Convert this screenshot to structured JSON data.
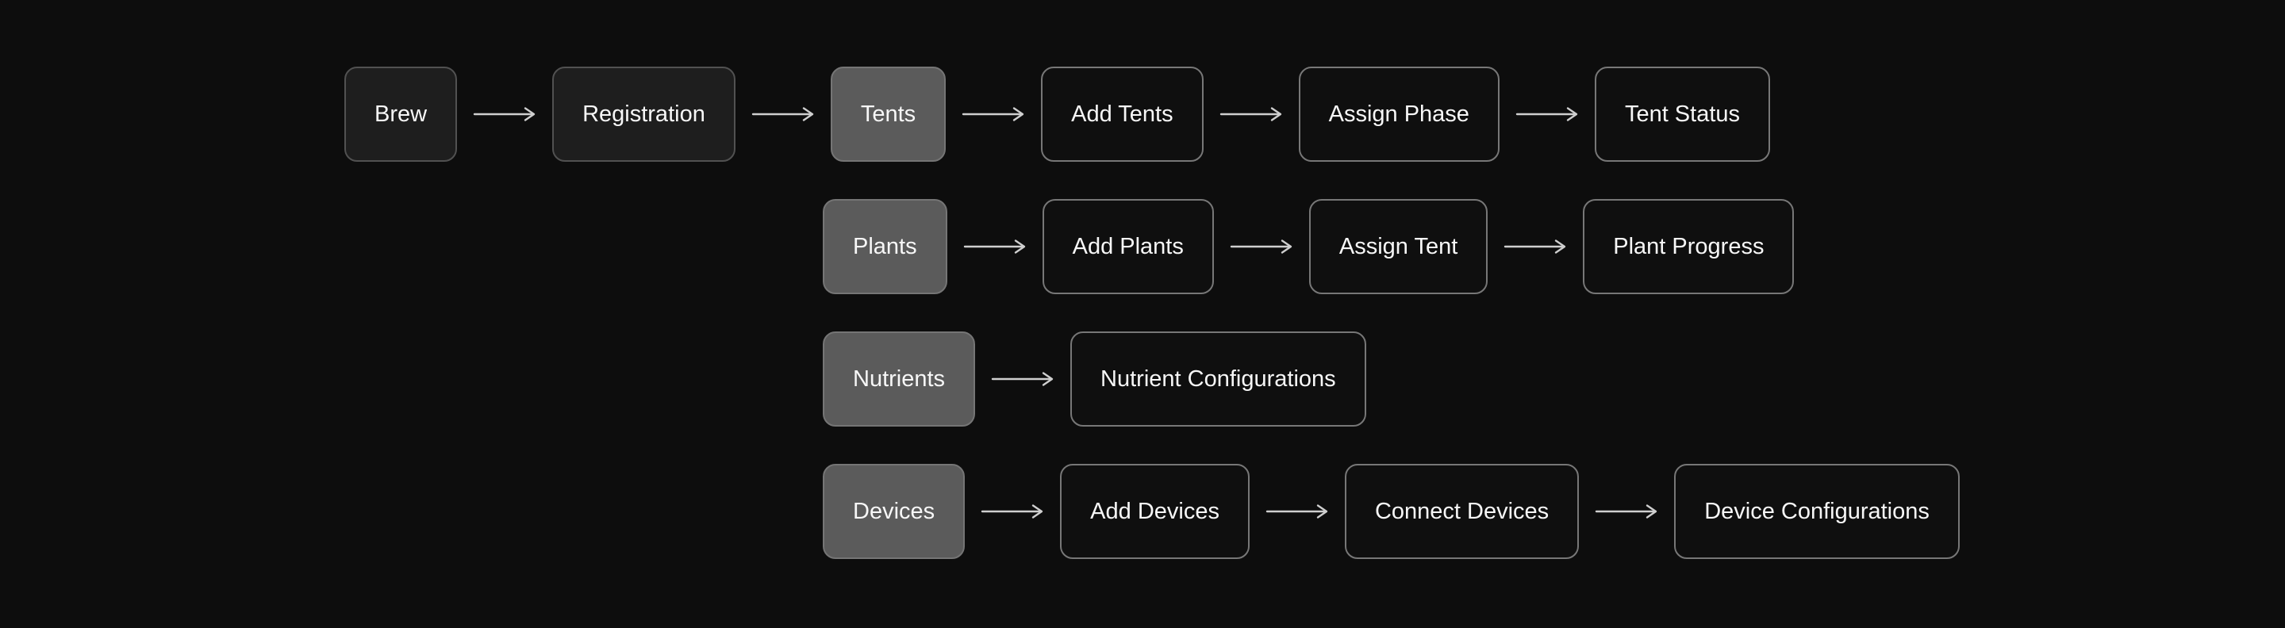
{
  "canvas": {
    "background": "#0d0d0d"
  },
  "colors": {
    "background": "#0d0d0d",
    "node_dark_fill": "#1e1e1e",
    "node_dark_border": "#515151",
    "node_gray_fill": "#5b5b5b",
    "node_gray_border": "#757575",
    "node_outlined_fill": "#0f0f0f",
    "node_outlined_border": "#777777",
    "arrow": "#cfcfcf",
    "text": "#f7f7f7"
  },
  "flow": {
    "rows": [
      {
        "name": "tents-flow-row",
        "nodes": [
          {
            "id": "brew",
            "label": "Brew",
            "variant": "filled-dark"
          },
          {
            "id": "registration",
            "label": "Registration",
            "variant": "filled-dark"
          },
          {
            "id": "tents",
            "label": "Tents",
            "variant": "filled-gray"
          },
          {
            "id": "add-tents",
            "label": "Add Tents",
            "variant": "outlined"
          },
          {
            "id": "assign-phase",
            "label": "Assign Phase",
            "variant": "outlined"
          },
          {
            "id": "tent-status",
            "label": "Tent Status",
            "variant": "outlined"
          }
        ]
      },
      {
        "name": "plants-flow-row",
        "nodes": [
          {
            "id": "plants",
            "label": "Plants",
            "variant": "filled-gray"
          },
          {
            "id": "add-plants",
            "label": "Add Plants",
            "variant": "outlined"
          },
          {
            "id": "assign-tent",
            "label": "Assign Tent",
            "variant": "outlined"
          },
          {
            "id": "plant-progress",
            "label": "Plant Progress",
            "variant": "outlined"
          }
        ]
      },
      {
        "name": "nutrients-flow-row",
        "nodes": [
          {
            "id": "nutrients",
            "label": "Nutrients",
            "variant": "filled-gray"
          },
          {
            "id": "nutrient-configurations",
            "label": "Nutrient Configurations",
            "variant": "outlined"
          }
        ]
      },
      {
        "name": "devices-flow-row",
        "nodes": [
          {
            "id": "devices",
            "label": "Devices",
            "variant": "filled-gray"
          },
          {
            "id": "add-devices",
            "label": "Add Devices",
            "variant": "outlined"
          },
          {
            "id": "connect-devices",
            "label": "Connect Devices",
            "variant": "outlined"
          },
          {
            "id": "device-configurations",
            "label": "Device Configurations",
            "variant": "outlined"
          }
        ]
      }
    ]
  }
}
